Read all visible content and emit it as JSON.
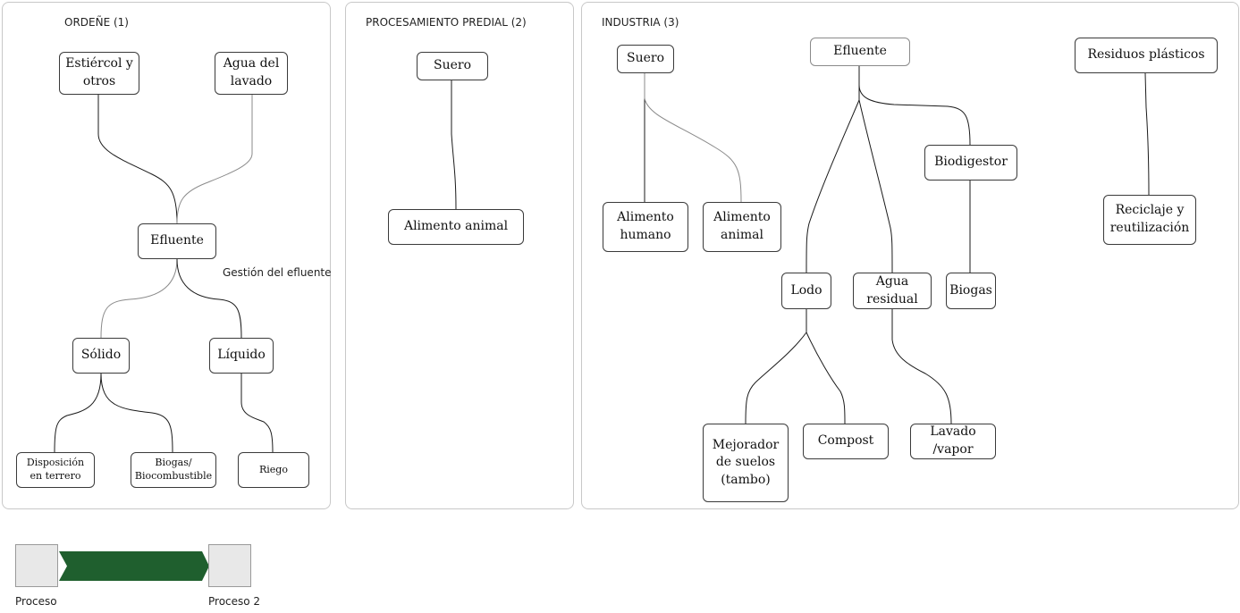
{
  "panels": {
    "ordene": "ORDEÑE  (1)",
    "procesamiento": "PROCESAMIENTO PREDIAL (2)",
    "industria": "INDUSTRIA  (3)"
  },
  "ordene": {
    "estiercol": "Estiércol y\notros",
    "agua_lavado": "Agua del\nlavado",
    "efluente": "Efluente",
    "gestion_label": "Gestión del efluente",
    "solido": "Sólido",
    "liquido": "Líquido",
    "disposicion": "Disposición\nen terrero",
    "biogas_biocomb": "Biogas/\nBiocombustible",
    "riego": "Riego"
  },
  "procesamiento": {
    "suero": "Suero",
    "alimento_animal": "Alimento animal"
  },
  "industria": {
    "suero": "Suero",
    "alimento_humano": "Alimento\nhumano",
    "alimento_animal": "Alimento\nanimal",
    "efluente": "Efluente",
    "biodigestor": "Biodigestor",
    "lodo": "Lodo",
    "agua_residual": "Agua\nresidual",
    "biogas": "Biogas",
    "mejorador": "Mejorador\nde suelos\n(tambo)",
    "compost": "Compost",
    "lavado_vapor": "Lavado\n/vapor",
    "residuos_plasticos": "Residuos plásticos",
    "reciclaje": "Reciclaje y\nreutilización"
  },
  "legend": {
    "proceso_1": "Proceso",
    "proceso_2": "Proceso 2"
  },
  "colors": {
    "arrow": "#1f5f2e",
    "panel_border": "#c8c8c8",
    "node_border": "#3a3a3a",
    "link_dark": "#1a1a1a",
    "link_light": "#8a8a8a"
  }
}
